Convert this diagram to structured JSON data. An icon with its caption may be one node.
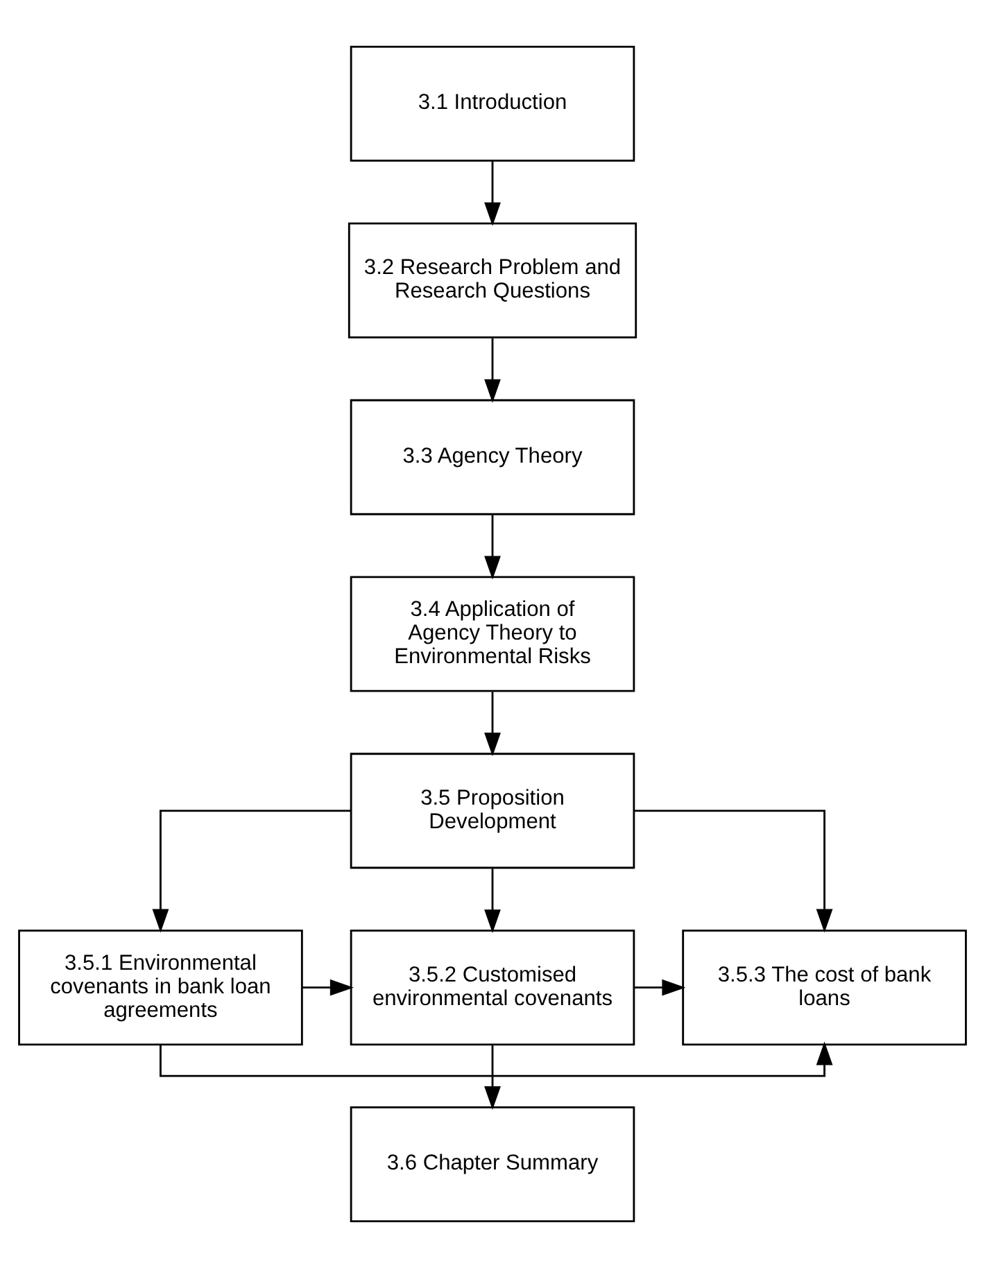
{
  "diagram": {
    "nodes": [
      {
        "text": [
          "3.1 Introduction"
        ]
      },
      {
        "text": [
          "3.2 Research Problem and Research Questions"
        ]
      },
      {
        "text": [
          "3.3 Agency Theory"
        ]
      },
      {
        "text": [
          "3.4 Application of Agency Theory to Environmental Risks"
        ]
      },
      {
        "text": [
          "3.5 Proposition Development"
        ]
      },
      {
        "text": [
          "3.5.1 Environmental covenants in bank loan agreements"
        ]
      },
      {
        "text": [
          "3.5.2 Customised environmental covenants"
        ]
      },
      {
        "text": [
          "3.5.3 The cost of bank loans"
        ]
      },
      {
        "text": [
          "3.6 Chapter Summary"
        ]
      }
    ],
    "edges": [
      {
        "from": 0,
        "to": 1,
        "arrow": "to"
      },
      {
        "from": 1,
        "to": 2,
        "arrow": "to"
      },
      {
        "from": 2,
        "to": 3,
        "arrow": "to"
      },
      {
        "from": 3,
        "to": 4,
        "arrow": "to"
      },
      {
        "from": 4,
        "to": 5,
        "arrow": "to"
      },
      {
        "from": 4,
        "to": 6,
        "arrow": "to"
      },
      {
        "from": 4,
        "to": 7,
        "arrow": "to"
      },
      {
        "from": 5,
        "to": 6,
        "arrow": "to"
      },
      {
        "from": 6,
        "to": 7,
        "arrow": "to"
      },
      {
        "from": 5,
        "to": 7,
        "arrow": "to"
      },
      {
        "from": 6,
        "to": 8,
        "arrow": "to"
      }
    ]
  }
}
